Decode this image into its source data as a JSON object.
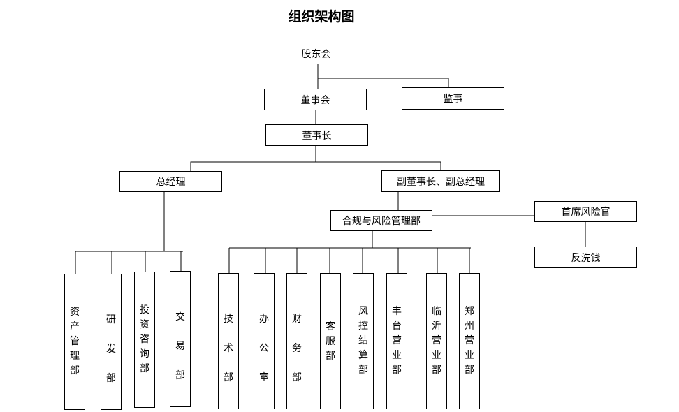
{
  "title": "组织架构图",
  "nodes": {
    "shareholders": "股东会",
    "board": "董事会",
    "supervisor": "监事",
    "chairman": "董事长",
    "general_manager": "总经理",
    "vice_chairman": "副董事长、副总经理",
    "compliance": "合规与风险管理部",
    "chief_risk_officer": "首席风险官",
    "anti_money_laundering": "反洗钱"
  },
  "departments": {
    "under_general_manager": [
      "资产管理部",
      "研发部",
      "投资咨询部",
      "交易部"
    ],
    "under_compliance": [
      "技术部",
      "办公室",
      "财务部",
      "客服部",
      "风控结算部",
      "丰台营业部",
      "临沂营业部",
      "郑州营业部"
    ]
  },
  "colors": {
    "line": "#000000",
    "background": "#ffffff"
  }
}
